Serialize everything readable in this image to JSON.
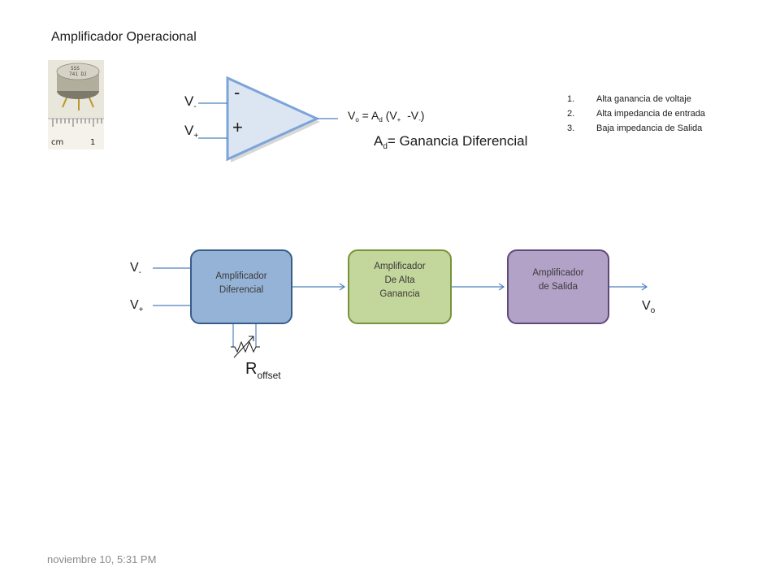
{
  "title": "Amplificador Operacional",
  "opamp": {
    "minus_input": {
      "base": "V",
      "sub": "-"
    },
    "plus_input": {
      "base": "V",
      "sub": "+"
    },
    "minus_symbol": "-",
    "plus_symbol": "+"
  },
  "formula": {
    "vo": "V",
    "vo_sub": "o",
    "eq": " = ",
    "ad": "A",
    "ad_sub": "d",
    "open": " (V",
    "vplus_sub": "+",
    "mid": "  -V",
    "vminus_sub": "-",
    "close": ")"
  },
  "gain_def": {
    "base": "A",
    "sub": "d",
    "text": "= Ganancia Diferencial"
  },
  "features": [
    {
      "num": "1.",
      "text": "Alta ganancia de voltaje"
    },
    {
      "num": "2.",
      "text": "Alta impedancia de entrada"
    },
    {
      "num": "3.",
      "text": "Baja impedancia de Salida"
    }
  ],
  "block_diagram": {
    "input_minus": {
      "base": "V",
      "sub": "-"
    },
    "input_plus": {
      "base": "V",
      "sub": "+"
    },
    "blocks": [
      {
        "line1": "Amplificador",
        "line2": "Diferencial",
        "line3": "",
        "color": "#95B3D7"
      },
      {
        "line1": "Amplificador",
        "line2": "De Alta",
        "line3": "Ganancia",
        "color": "#C3D69B"
      },
      {
        "line1": "Amplificador",
        "line2": "de Salida",
        "line3": "",
        "color": "#B3A2C7"
      }
    ],
    "output": {
      "base": "V",
      "sub": "o"
    },
    "offset": {
      "base": "R",
      "sub": "offset"
    }
  },
  "footer": "noviembre 10, 5:31 PM",
  "colors": {
    "line": "#4F81BD",
    "triangle_fill": "#DCE6F2",
    "block1_border": "#385D8A",
    "block2_border": "#77933C",
    "block3_border": "#5F497A"
  }
}
